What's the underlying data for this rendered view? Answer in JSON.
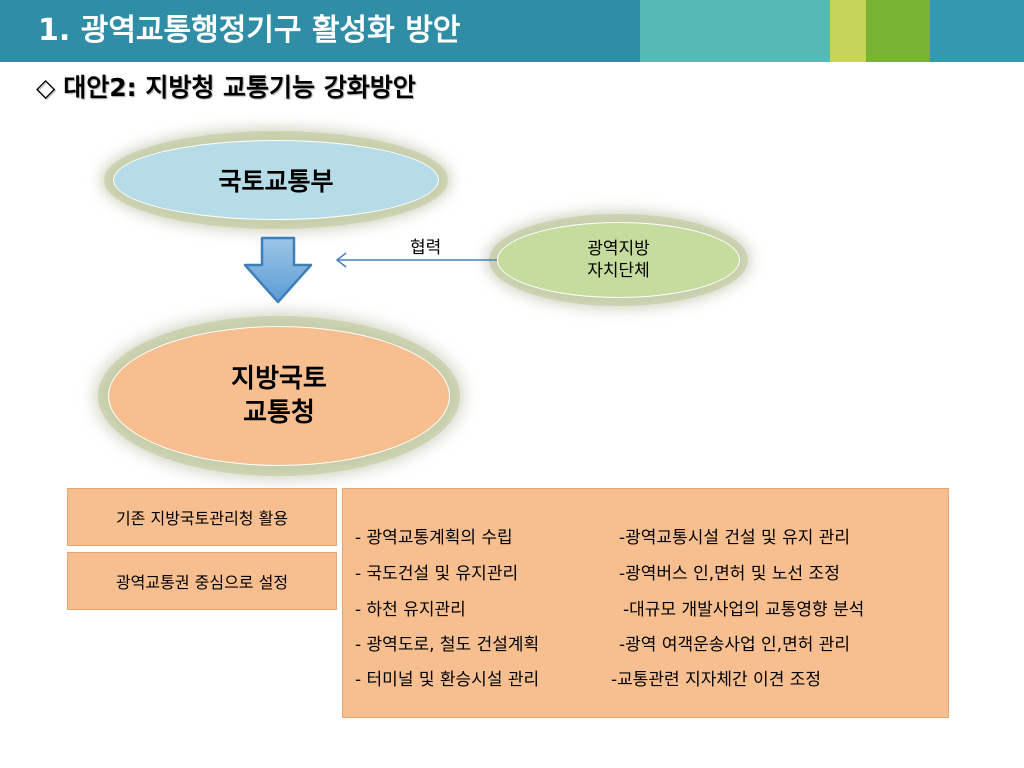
{
  "header": {
    "title": "1.  광역교통행정기구  활성화  방안",
    "colors": {
      "bar": "#2f8ea5",
      "accent_teal": "#56b9b6",
      "accent_lime": "#c6d55a",
      "accent_green": "#79b334"
    }
  },
  "subtitle": {
    "marker": "◇",
    "text": "대안2: 지방청 교통기능 강화방안"
  },
  "diagram": {
    "ministry": "국토교통부",
    "local_gov": [
      "광역지방",
      "자치단체"
    ],
    "regional_office": [
      "지방국토",
      "교통청"
    ],
    "cooperation_label": "협력",
    "colors": {
      "ministry": "#b6dce8",
      "local_gov": "#c5dc9e",
      "regional_office": "#f7bf90",
      "arrow": "#5b9bd5"
    }
  },
  "left_notes": [
    "기존 지방국토관리청 활용",
    "광역교통권 중심으로 설정"
  ],
  "tasks": [
    {
      "left": "-  광역교통계획의 수립",
      "right": "-광역교통시설 건설 및 유지 관리"
    },
    {
      "left": "-  국도건설 및 유지관리",
      "right": "-광역버스 인,면허 및 노선 조정"
    },
    {
      "left": "-  하천 유지관리",
      "right": "-대규모 개발사업의 교통영향 분석"
    },
    {
      "left": "-  광역도로, 철도 건설계획",
      "right": "-광역 여객운송사업 인,면허 관리"
    },
    {
      "left": "-  터미널 및 환승시설 관리",
      "right": "-교통관련 지자체간 이견 조정"
    }
  ]
}
